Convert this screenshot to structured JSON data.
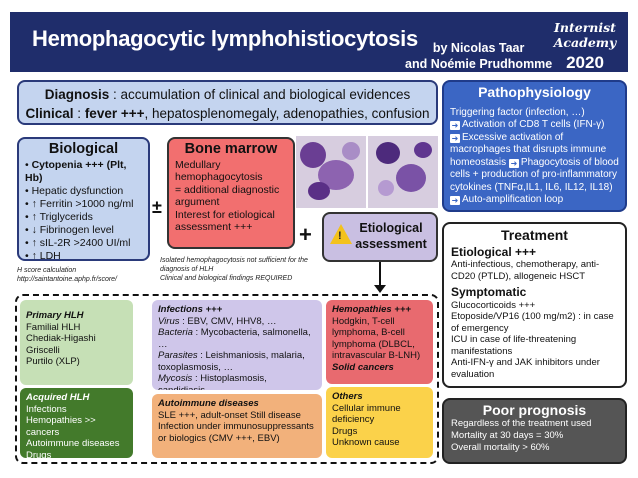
{
  "header": {
    "title": "Hemophagocytic lymphohistiocytosis",
    "authors_line1": "by Nicolas Taar",
    "authors_line2": "and Noémie Prudhomme",
    "brand": "Internist Academy",
    "year": "2020"
  },
  "diagnosis": {
    "label": "Diagnosis",
    "text": " : accumulation of clinical and biological evidences",
    "clinical_label": "Clinical",
    "clinical_sep": " : ",
    "fever": "fever +++",
    "clinical_rest": ", hepatosplenomegaly, adenopathies, confusion"
  },
  "biological": {
    "title": "Biological",
    "items": [
      "Cytopenia +++ (Plt, Hb)",
      "Hepatic dysfunction",
      "↑ Ferritin >1000 ng/ml",
      "↑ Triglycerids",
      "↓ Fibrinogen level",
      "↑ sIL-2R >2400 UI/ml",
      "↑ LDH"
    ]
  },
  "plusminus": "±",
  "plus": "+",
  "marrow": {
    "title": "Bone marrow",
    "text1": "Medullary hemophagocytosis",
    "text2": "= additional diagnostic argument",
    "text3": "Interest for etiological assessment +++"
  },
  "etiological": {
    "line1": "Etiological",
    "line2": "assessment",
    "warn": "!"
  },
  "notes": {
    "hscore1": "H score calculation",
    "hscore2": "http://saintantoine.aphp.fr/score/",
    "isolated1": "Isolated hemophagocytosis not sufficient for the",
    "isolated2": "diagnosis of HLH",
    "isolated3": "Clinical and biological findings REQUIRED"
  },
  "patho": {
    "title": "Pathophysiology",
    "trigger": "Triggering factor (infection, …)",
    "items": [
      "Activation of CD8 T cells (IFN-γ)",
      "Excessive activation of macrophages that disrupts immune homeostasis",
      "Phagocytosis of blood cells + production of pro-inflammatory cytokines (TNFα,IL1, IL6, IL12, IL18)",
      "Auto-amplification loop"
    ]
  },
  "treatment": {
    "title": "Treatment",
    "etio_title": "Etiological +++",
    "etio_text": "Anti-infectious, chemotherapy, anti-CD20 (PTLD), allogeneic HSCT",
    "symp_title": "Symptomatic",
    "symp_items": [
      "Glucocorticoids +++",
      "Etoposide/VP16 (100 mg/m2) : in case of emergency",
      "ICU in case of life-threatening manifestations",
      "Anti-IFN-γ and JAK inhibitors under evaluation"
    ]
  },
  "prognosis": {
    "title": "Poor prognosis",
    "items": [
      "Regardless of the treatment used",
      "Mortality at 30 days = 30%",
      "Overall mortality > 60%"
    ]
  },
  "primary": {
    "title": "Primary HLH",
    "items": [
      "Familial HLH",
      "Chediak-Higashi",
      "Griscelli",
      "Purtilo (XLP)"
    ]
  },
  "acquired": {
    "title": "Acquired HLH",
    "items": [
      "Infections",
      "Hemopathies >> cancers",
      "Autoimmune diseases",
      "Drugs"
    ]
  },
  "infections": {
    "title": "Infections +++",
    "virus_label": "Virus",
    "virus": " : EBV, CMV, HHV8, …",
    "bacteria_label": "Bacteria",
    "bacteria": " : Mycobacteria, salmonella, …",
    "parasites_label": "Parasites",
    "parasites": " : Leishmaniosis, malaria, toxoplasmosis, …",
    "mycosis_label": "Mycosis",
    "mycosis": " : Histoplasmosis, candidiasis, …"
  },
  "autoimmune": {
    "title": "Autoimmune diseases",
    "items": [
      "SLE +++, adult-onset Still disease",
      "Infection under immunosuppressants or biologics (CMV +++, EBV)"
    ]
  },
  "hemopathies": {
    "title": "Hemopathies +++",
    "text": "Hodgkin, T-cell lymphoma, B-cell lymphoma (DLBCL, intravascular B-LNH)",
    "solid": "Solid cancers"
  },
  "others": {
    "title": "Others",
    "items": [
      "Cellular immune deficiency",
      "Drugs",
      "Unknown cause"
    ]
  }
}
